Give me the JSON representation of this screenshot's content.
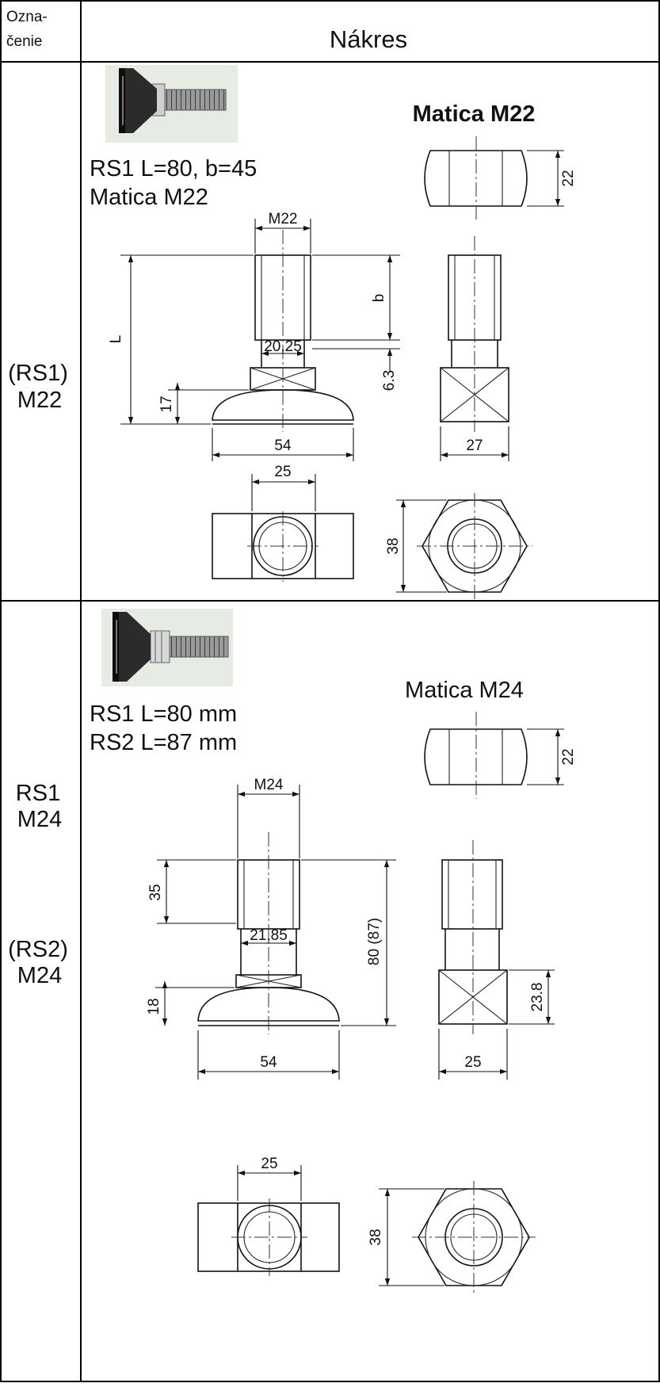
{
  "header": {
    "col_code_line1": "Ozna-",
    "col_code_line2": "čenie",
    "col_drawing": "Nákres"
  },
  "rows": [
    {
      "code_line1": "(RS1)",
      "code_line2": "M22",
      "spec_line1": "RS1 L=80, b=45",
      "spec_line2": "Matica M22",
      "nut_title": "Matica M22",
      "dims": {
        "thread": "M22",
        "length": "L",
        "thread_len": "b",
        "neck": "20,25",
        "gap": "6.3",
        "base_h": "17",
        "base_w": "54",
        "nut_h": "22",
        "nut_side_w": "27",
        "head_w": "25",
        "nut_across": "38"
      }
    },
    {
      "code_line1": "RS1",
      "code_line2": "M24",
      "code_line3": "(RS2)",
      "code_line4": "M24",
      "spec_line1": "RS1 L=80 mm",
      "spec_line2": "RS2 L=87 mm",
      "nut_title": "Matica M24",
      "dims": {
        "thread": "M24",
        "thread_len": "35",
        "length": "80 (87)",
        "neck": "21,85",
        "base_h": "18",
        "base_w": "54",
        "nut_h": "22",
        "nut_side_h": "23.8",
        "nut_side_w": "25",
        "head_w": "25",
        "nut_across": "38"
      }
    }
  ]
}
